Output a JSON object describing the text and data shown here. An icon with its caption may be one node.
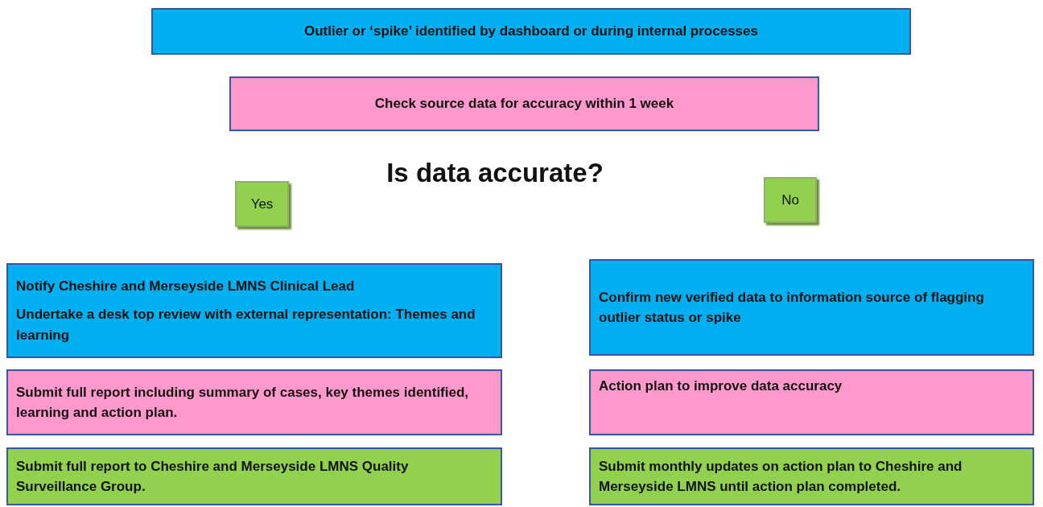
{
  "diagram": {
    "nodes": [
      {
        "text": [
          "Outlier or ‘spike’ identified by dashboard or during internal processes"
        ]
      },
      {
        "text": [
          "Check source data for accuracy within 1 week"
        ]
      },
      {
        "text": [
          "Yes"
        ]
      },
      {
        "text": [
          "No"
        ]
      },
      {
        "text": [
          "Notify Cheshire and Merseyside LMNS Clinical Lead",
          "Undertake a desk top review with external representation: Themes and learning"
        ]
      },
      {
        "text": [
          "Confirm new verified data to information source of flagging outlier status or spike"
        ]
      },
      {
        "text": [
          "Submit full report including summary of cases, key themes identified, learning and action plan."
        ]
      },
      {
        "text": [
          "Action plan to improve data accuracy"
        ]
      },
      {
        "text": [
          "Submit full report to Cheshire and Merseyside LMNS Quality Surveillance Group."
        ]
      },
      {
        "text": [
          "Submit monthly updates on action plan to Cheshire and Merseyside LMNS until action plan completed."
        ]
      }
    ],
    "labels": [
      "Is data accurate?"
    ]
  }
}
